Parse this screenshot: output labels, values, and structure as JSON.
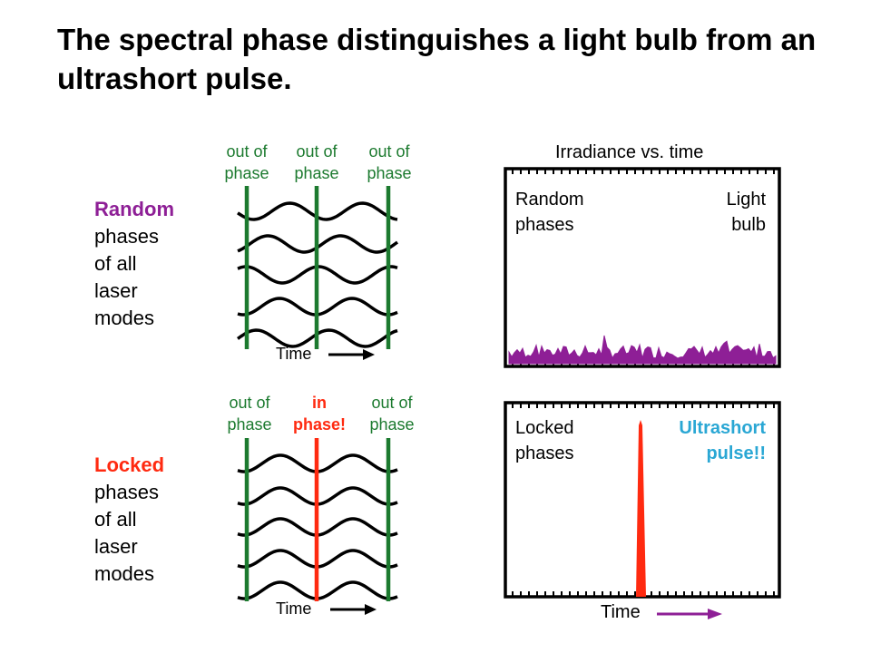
{
  "title": "The spectral phase distinguishes a light bulb from an ultrashort pulse.",
  "top_row": {
    "label_keyword": "Random",
    "label_rest": [
      "phases",
      "of all",
      "laser",
      "modes"
    ],
    "columns": [
      {
        "line1": "out of",
        "line2": "phase"
      },
      {
        "line1": "out of",
        "line2": "phase"
      },
      {
        "line1": "out of",
        "line2": "phase"
      }
    ],
    "time_label": "Time"
  },
  "bottom_row": {
    "label_keyword": "Locked",
    "label_rest": [
      "phases",
      "of all",
      "laser",
      "modes"
    ],
    "columns": [
      {
        "line1": "out of",
        "line2": "phase"
      },
      {
        "line1": "in",
        "line2": "phase!"
      },
      {
        "line1": "out of",
        "line2": "phase"
      }
    ],
    "time_label": "Time"
  },
  "plots": {
    "heading": "Irradiance vs. time",
    "top": {
      "left_text": [
        "Random",
        "phases"
      ],
      "right_text": [
        "Light",
        "bulb"
      ]
    },
    "bottom": {
      "left_text": [
        "Locked",
        "phases"
      ],
      "right_text": [
        "Ultrashort",
        "pulse!!"
      ]
    },
    "time_label": "Time"
  },
  "colors": {
    "random": "#8e1f96",
    "locked": "#ff2a10",
    "phase_line_green": "#1c7a2f",
    "ultrashort": "#2aa7d4"
  }
}
